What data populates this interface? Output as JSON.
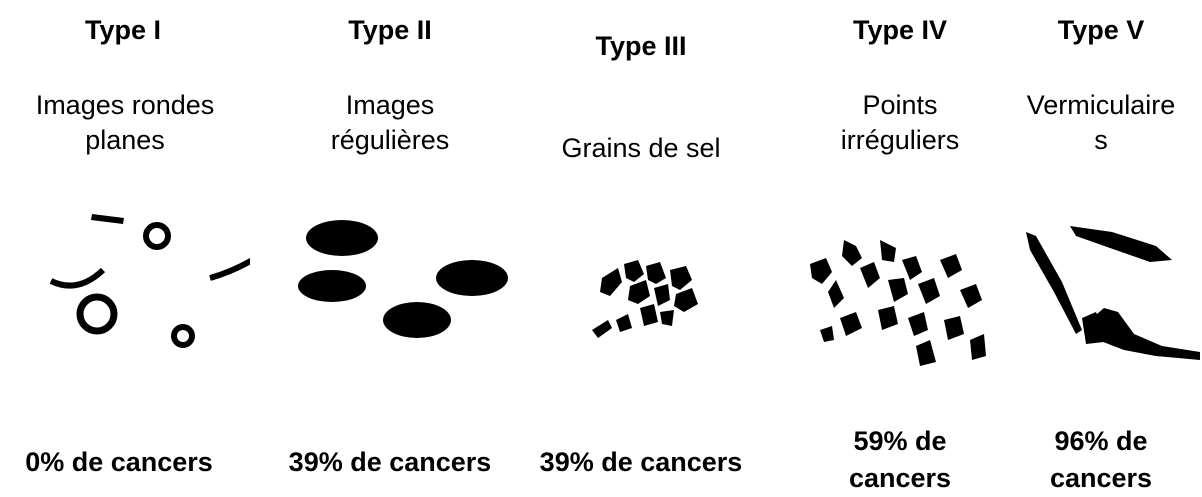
{
  "types": [
    {
      "title": "Type I",
      "description": "Images rondes\nplanes",
      "cancer_rate": "0% de cancers",
      "shape": "round-rings-icon"
    },
    {
      "title": "Type II",
      "description": "Images\nrégulières",
      "cancer_rate": "39% de cancers",
      "shape": "regular-ovals-icon"
    },
    {
      "title": "Type III",
      "description": "Grains de sel",
      "cancer_rate": "39% de cancers",
      "shape": "salt-grains-icon"
    },
    {
      "title": "Type IV",
      "description": "Points\nirréguliers",
      "cancer_rate": "59% de\ncancers",
      "shape": "irregular-points-icon"
    },
    {
      "title": "Type V",
      "description": "Vermiculaire\ns",
      "cancer_rate": "96% de\ncancers",
      "shape": "vermicular-icon"
    }
  ]
}
